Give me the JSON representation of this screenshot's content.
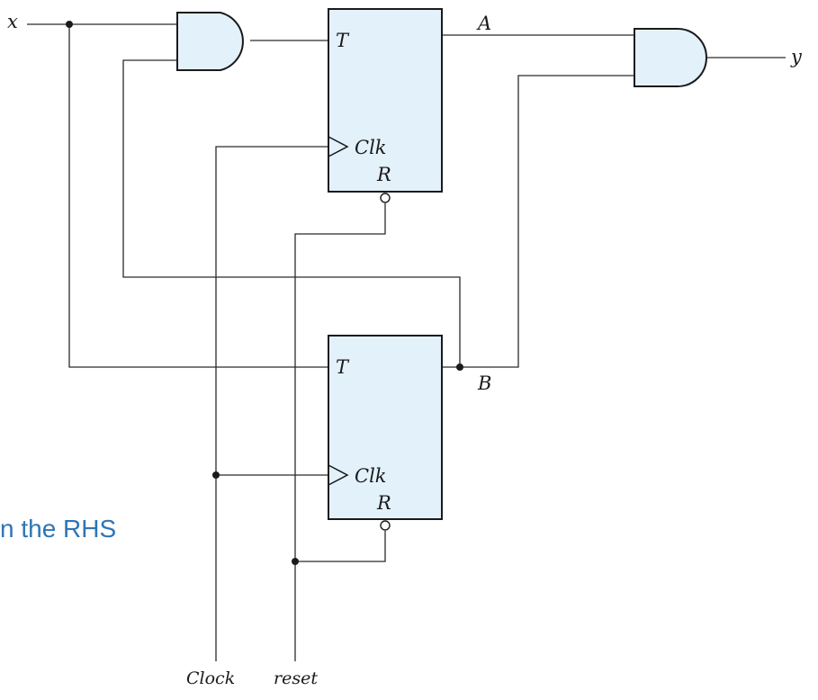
{
  "labels": {
    "x": "x",
    "y": "y",
    "A": "A",
    "B": "B",
    "ff_top_T": "T",
    "ff_top_clk": "Clk",
    "ff_top_R": "R",
    "ff_bottom_T": "T",
    "ff_bottom_clk": "Clk",
    "ff_bottom_R": "R",
    "clock": "Clock",
    "reset": "reset"
  },
  "slide_text": "n the RHS",
  "colors": {
    "component_fill": "#e3f1fb",
    "slide_text": "#2e75b6"
  }
}
